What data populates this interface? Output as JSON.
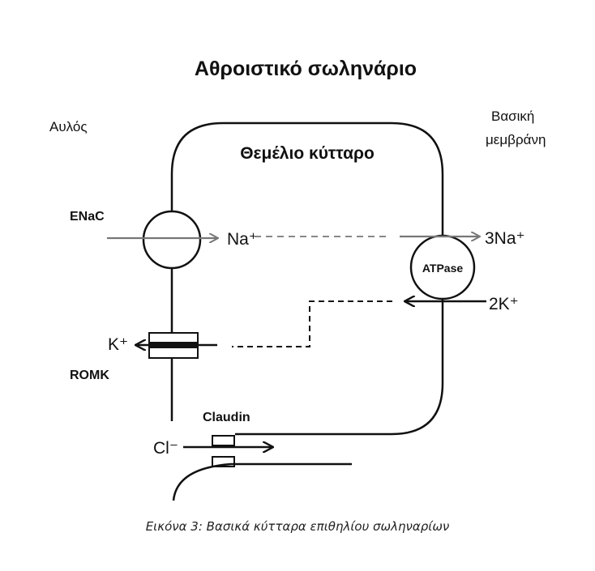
{
  "title": "Αθροιστικό σωληνάριο",
  "lumen_label": "Αυλός",
  "basal_label_line1": "Βασική",
  "basal_label_line2": "μεμβράνη",
  "cell_label": "Θεμέλιο κύτταρο",
  "enac_label": "ENaC",
  "romk_label": "ROMK",
  "claudin_label": "Claudin",
  "atpase_label": "ATPase",
  "na_label": "Na⁺",
  "na3_label": "3Na⁺",
  "k2_label": "2K⁺",
  "k_label": "K⁺",
  "cl_label": "Cl⁻",
  "caption": "Εικόνα 3: Βασικά κύτταρα επιθηλίου σωληναρίων",
  "colors": {
    "ink": "#111111",
    "gray_arrow": "#777777",
    "dashed_gray": "#888888"
  }
}
